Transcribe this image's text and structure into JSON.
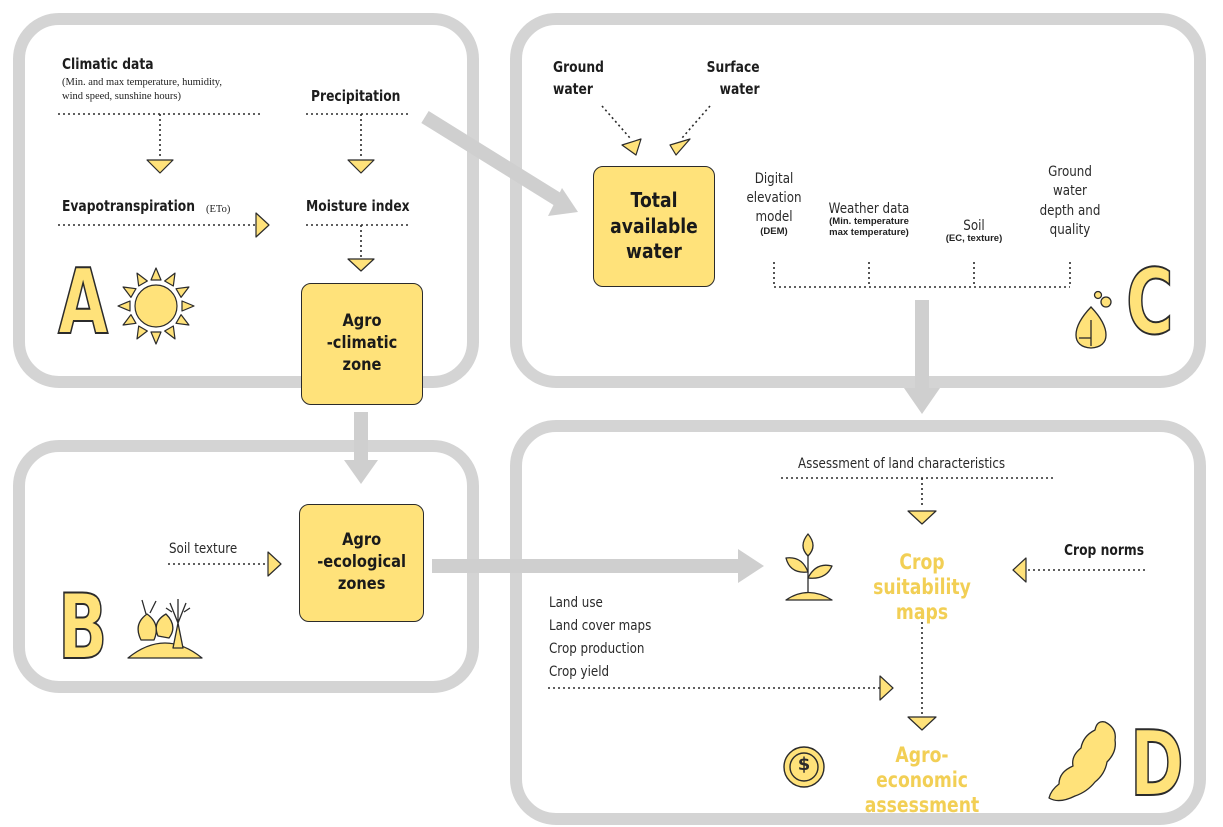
{
  "panel_a": {
    "letter": "A",
    "climatic_title": "Climatic data",
    "climatic_sub_1": "(Min. and max temperature, humidity,",
    "climatic_sub_2": "wind speed, sunshine hours)",
    "precipitation": "Precipitation",
    "evapotranspiration": "Evapotranspiration",
    "eto": "(ETo)",
    "moisture_index": "Moisture index",
    "agro_climatic_zone": "Agro\n-climatic\nzone"
  },
  "panel_b": {
    "letter": "B",
    "soil_texture": "Soil texture",
    "agro_ecological_zones": "Agro\n-ecological\nzones"
  },
  "panel_c": {
    "letter": "C",
    "ground_water": "Ground\nwater",
    "surface_water": "Surface\nwater",
    "total_available_water": "Total\navailable\nwater",
    "dem_main": "Digital\nelevation\nmodel",
    "dem_abbr": "(DEM)",
    "weather_main": "Weather data",
    "weather_sub": "(Min. temperature\nmax temperature)",
    "soil_main": "Soil",
    "soil_sub": "(EC, texture)",
    "gw_depth": "Ground\nwater\ndepth and\nquality"
  },
  "panel_d": {
    "letter": "D",
    "assessment_land": "Assessment of land characteristics",
    "crop_norms": "Crop norms",
    "crop_suitability_maps": "Crop suitability\nmaps",
    "inputs": [
      "Land use",
      "Land cover maps",
      "Crop production",
      "Crop yield"
    ],
    "agro_economic": "Agro-economic\nassessment",
    "dollar": "$"
  },
  "colors": {
    "accent_yellow": "#ffe27a",
    "text_yellow": "#f2cf55",
    "frame_grey": "#d4d4d4",
    "outline": "#2b2b2b"
  }
}
